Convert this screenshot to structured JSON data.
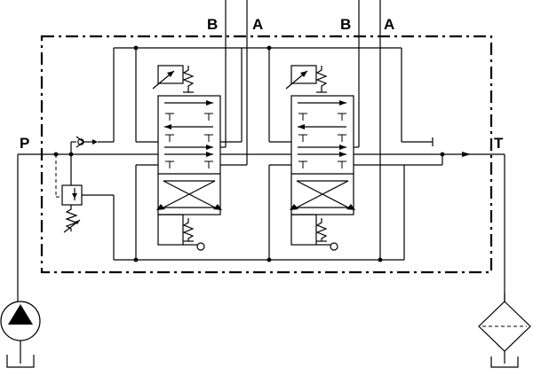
{
  "labels": {
    "b1": "B",
    "a1": "A",
    "b2": "B",
    "a2": "A",
    "p": "P",
    "t": "T"
  },
  "colors": {
    "line": "#000000",
    "background": "#ffffff"
  },
  "icons": {
    "pump": "hydraulic-pump-icon",
    "filter": "filter-icon",
    "relief": "relief-valve-icon",
    "check": "check-valve-icon",
    "spring": "spring-icon",
    "solenoid": "solenoid-icon"
  }
}
